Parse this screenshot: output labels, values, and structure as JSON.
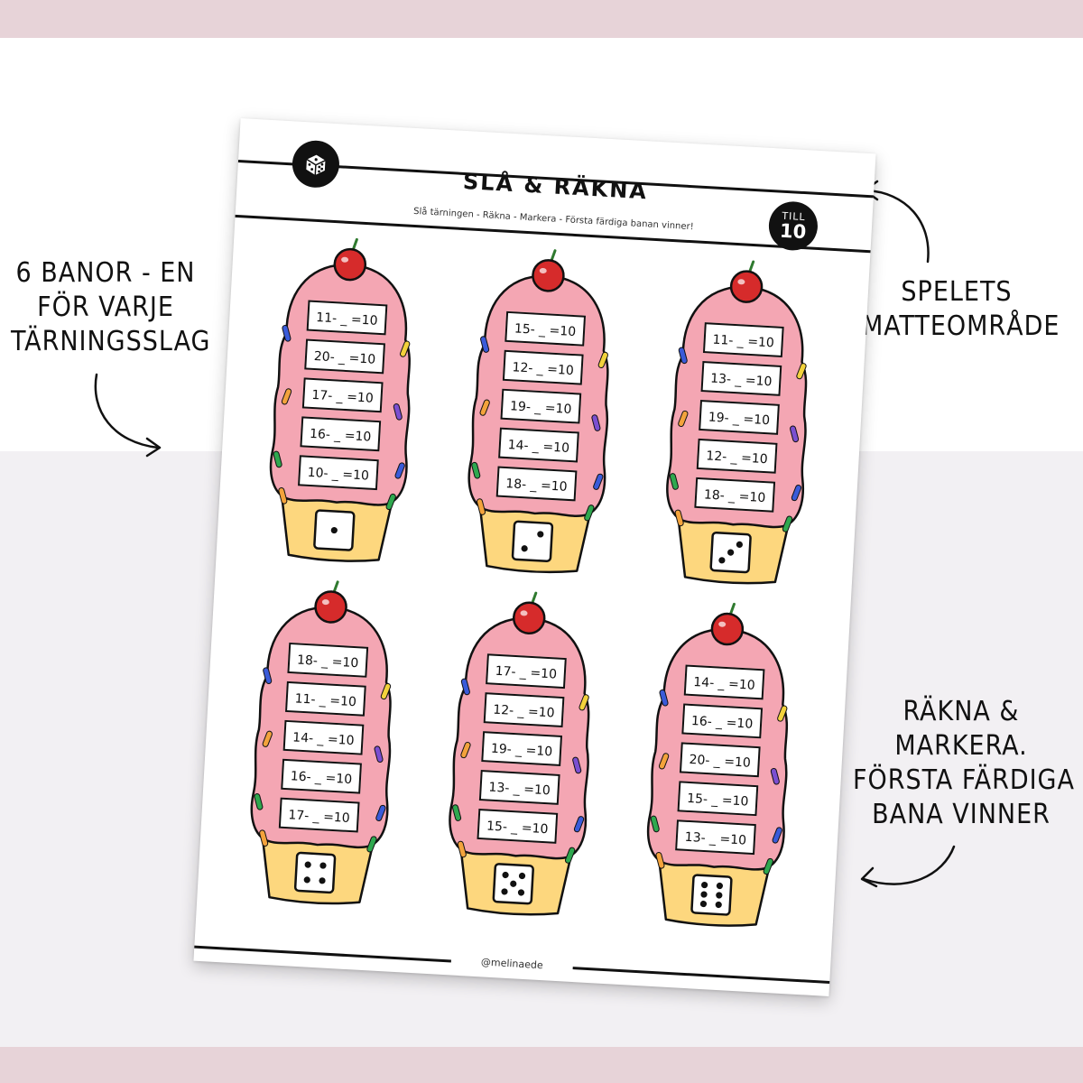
{
  "callouts": {
    "left": [
      "6 BANOR - EN",
      "FÖR VARJE",
      "TÄRNINGSSLAG"
    ],
    "top_right": [
      "SPELETS",
      "MATTEOMRÅDE"
    ],
    "bottom_right": [
      "RÄKNA &",
      "MARKERA.",
      "FÖRSTA FÄRDIGA",
      "BANA VINNER"
    ]
  },
  "sheet": {
    "title": "SLÅ & RÄKNA",
    "subtitle": "Slå tärningen - Räkna - Markera - Första färdiga banan vinner!",
    "badge": {
      "line1": "TILL",
      "line2": "10"
    },
    "footer": "@melinaede",
    "cupcakes": [
      {
        "die": 1,
        "equations": [
          "11- _ =10",
          "20- _ =10",
          "17- _ =10",
          "16- _ =10",
          "10- _ =10"
        ]
      },
      {
        "die": 2,
        "equations": [
          "15- _ =10",
          "12- _ =10",
          "19- _ =10",
          "14- _ =10",
          "18- _ =10"
        ]
      },
      {
        "die": 3,
        "equations": [
          "11- _ =10",
          "13- _ =10",
          "19- _ =10",
          "12- _ =10",
          "18- _ =10"
        ]
      },
      {
        "die": 4,
        "equations": [
          "18- _ =10",
          "11- _ =10",
          "14- _ =10",
          "16- _ =10",
          "17- _ =10"
        ]
      },
      {
        "die": 5,
        "equations": [
          "17- _ =10",
          "12- _ =10",
          "19- _ =10",
          "13- _ =10",
          "15- _ =10"
        ]
      },
      {
        "die": 6,
        "equations": [
          "14- _ =10",
          "16- _ =10",
          "20- _ =10",
          "15- _ =10",
          "13- _ =10"
        ]
      }
    ]
  },
  "colors": {
    "frosting": "#f4a6b3",
    "cup": "#fdd77e",
    "cherry": "#d62b2b",
    "band": "#e7d3d8"
  }
}
